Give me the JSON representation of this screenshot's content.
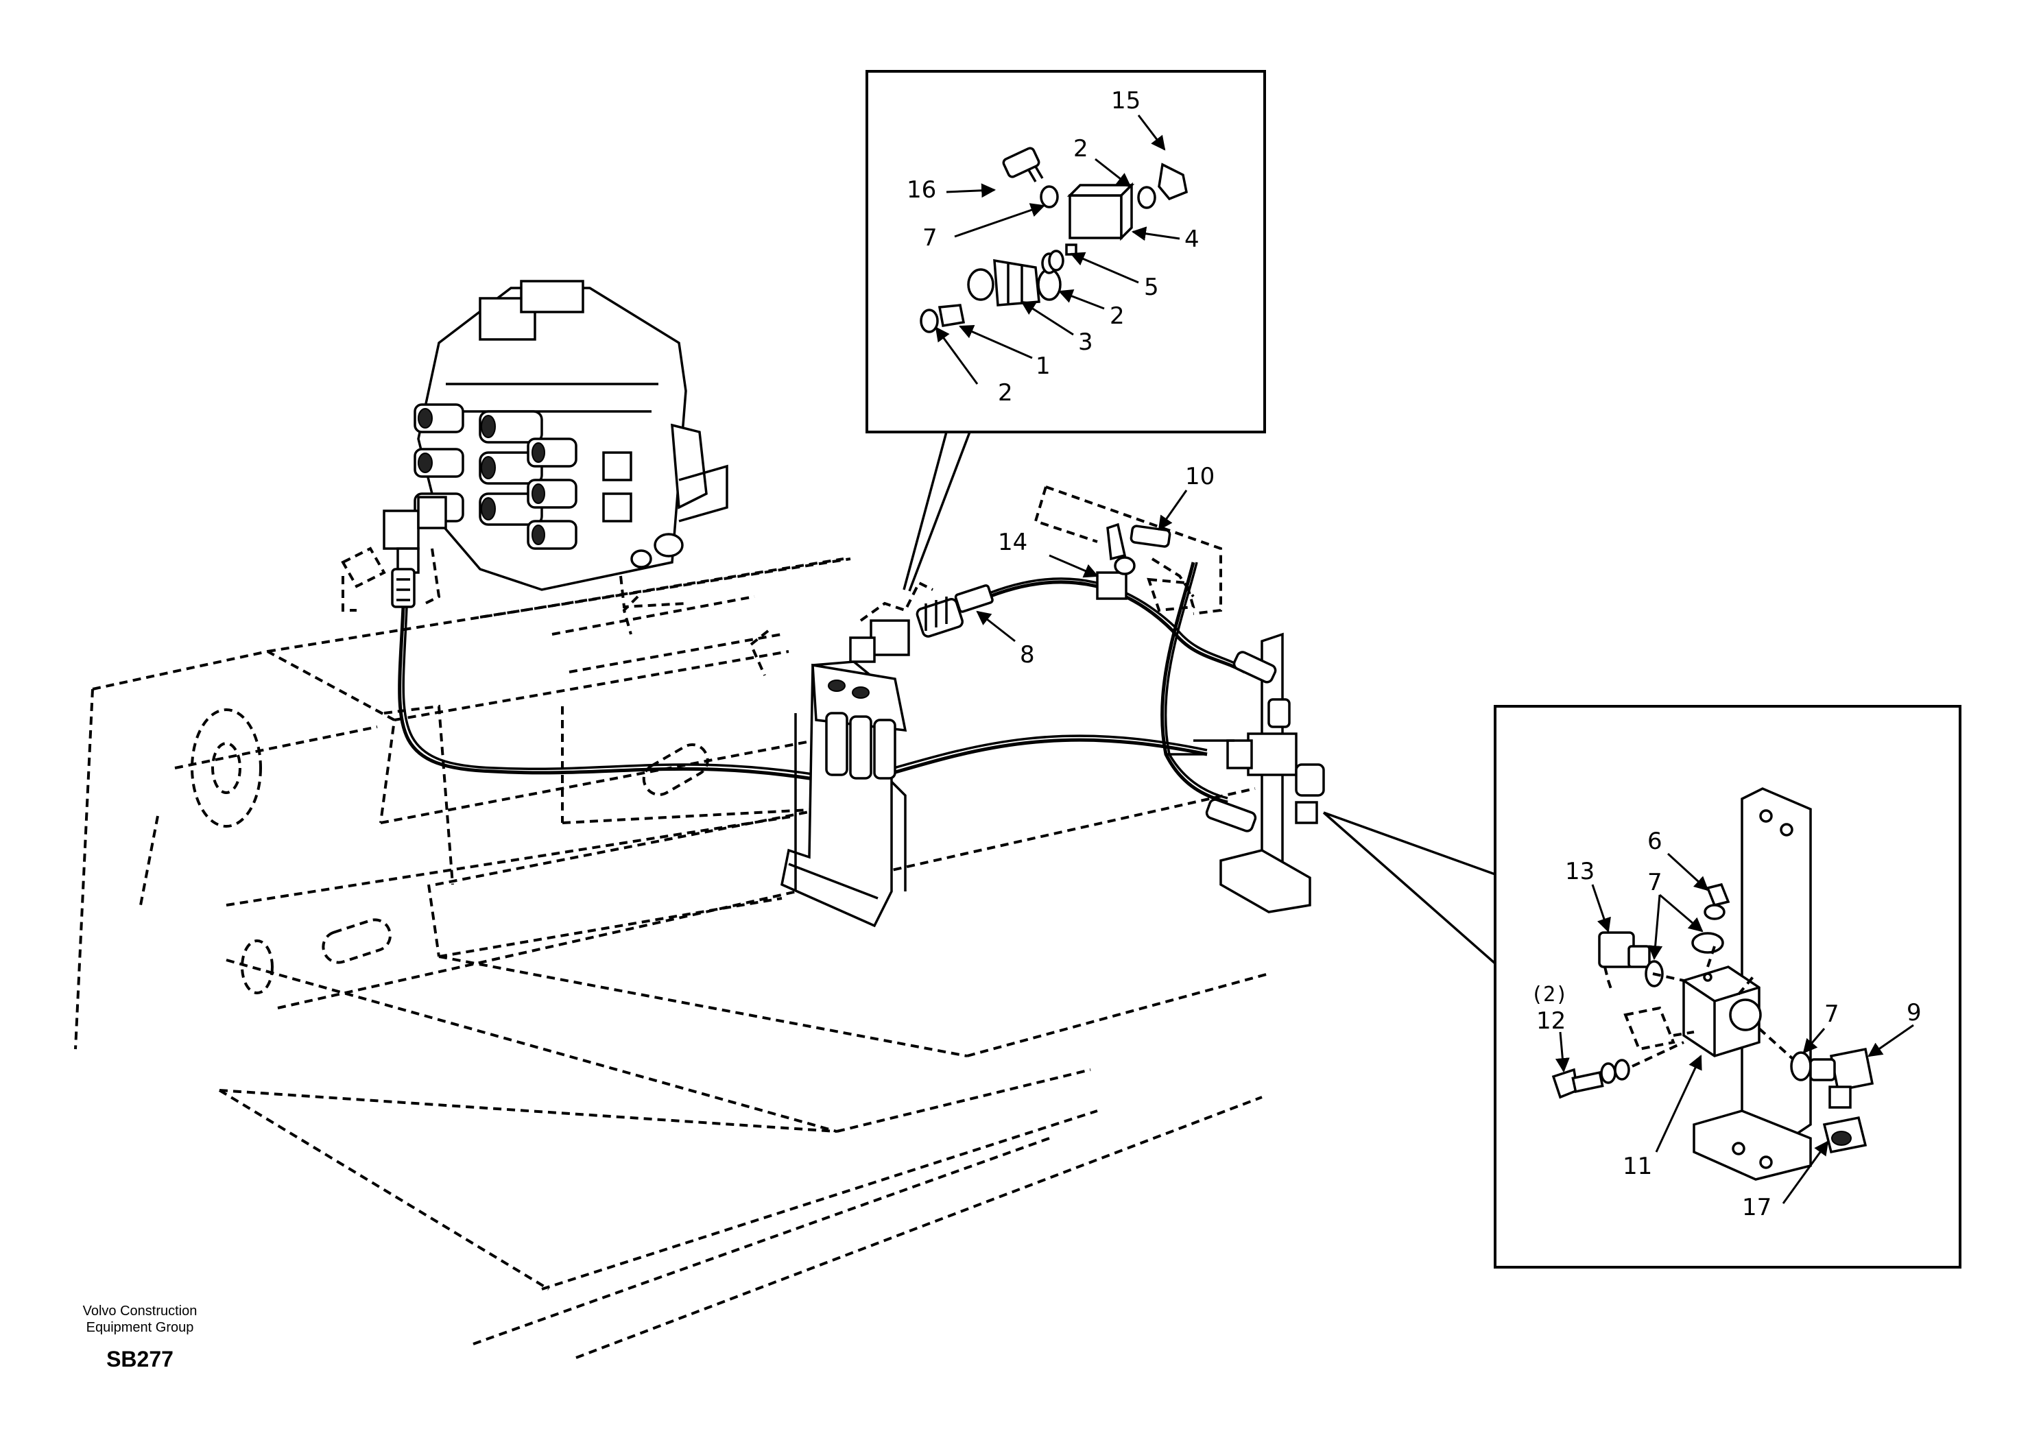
{
  "footer": {
    "company_line1": "Volvo Construction",
    "company_line2": "Equipment Group",
    "code": "SB277"
  },
  "detail_a": {
    "labels": [
      "15",
      "2",
      "16",
      "7",
      "4",
      "5",
      "2",
      "3",
      "1",
      "2"
    ]
  },
  "main": {
    "labels": [
      "10",
      "14",
      "8"
    ]
  },
  "detail_b": {
    "labels": [
      "13",
      "6",
      "7",
      "(2)",
      "12",
      "7",
      "9",
      "11",
      "17"
    ]
  }
}
